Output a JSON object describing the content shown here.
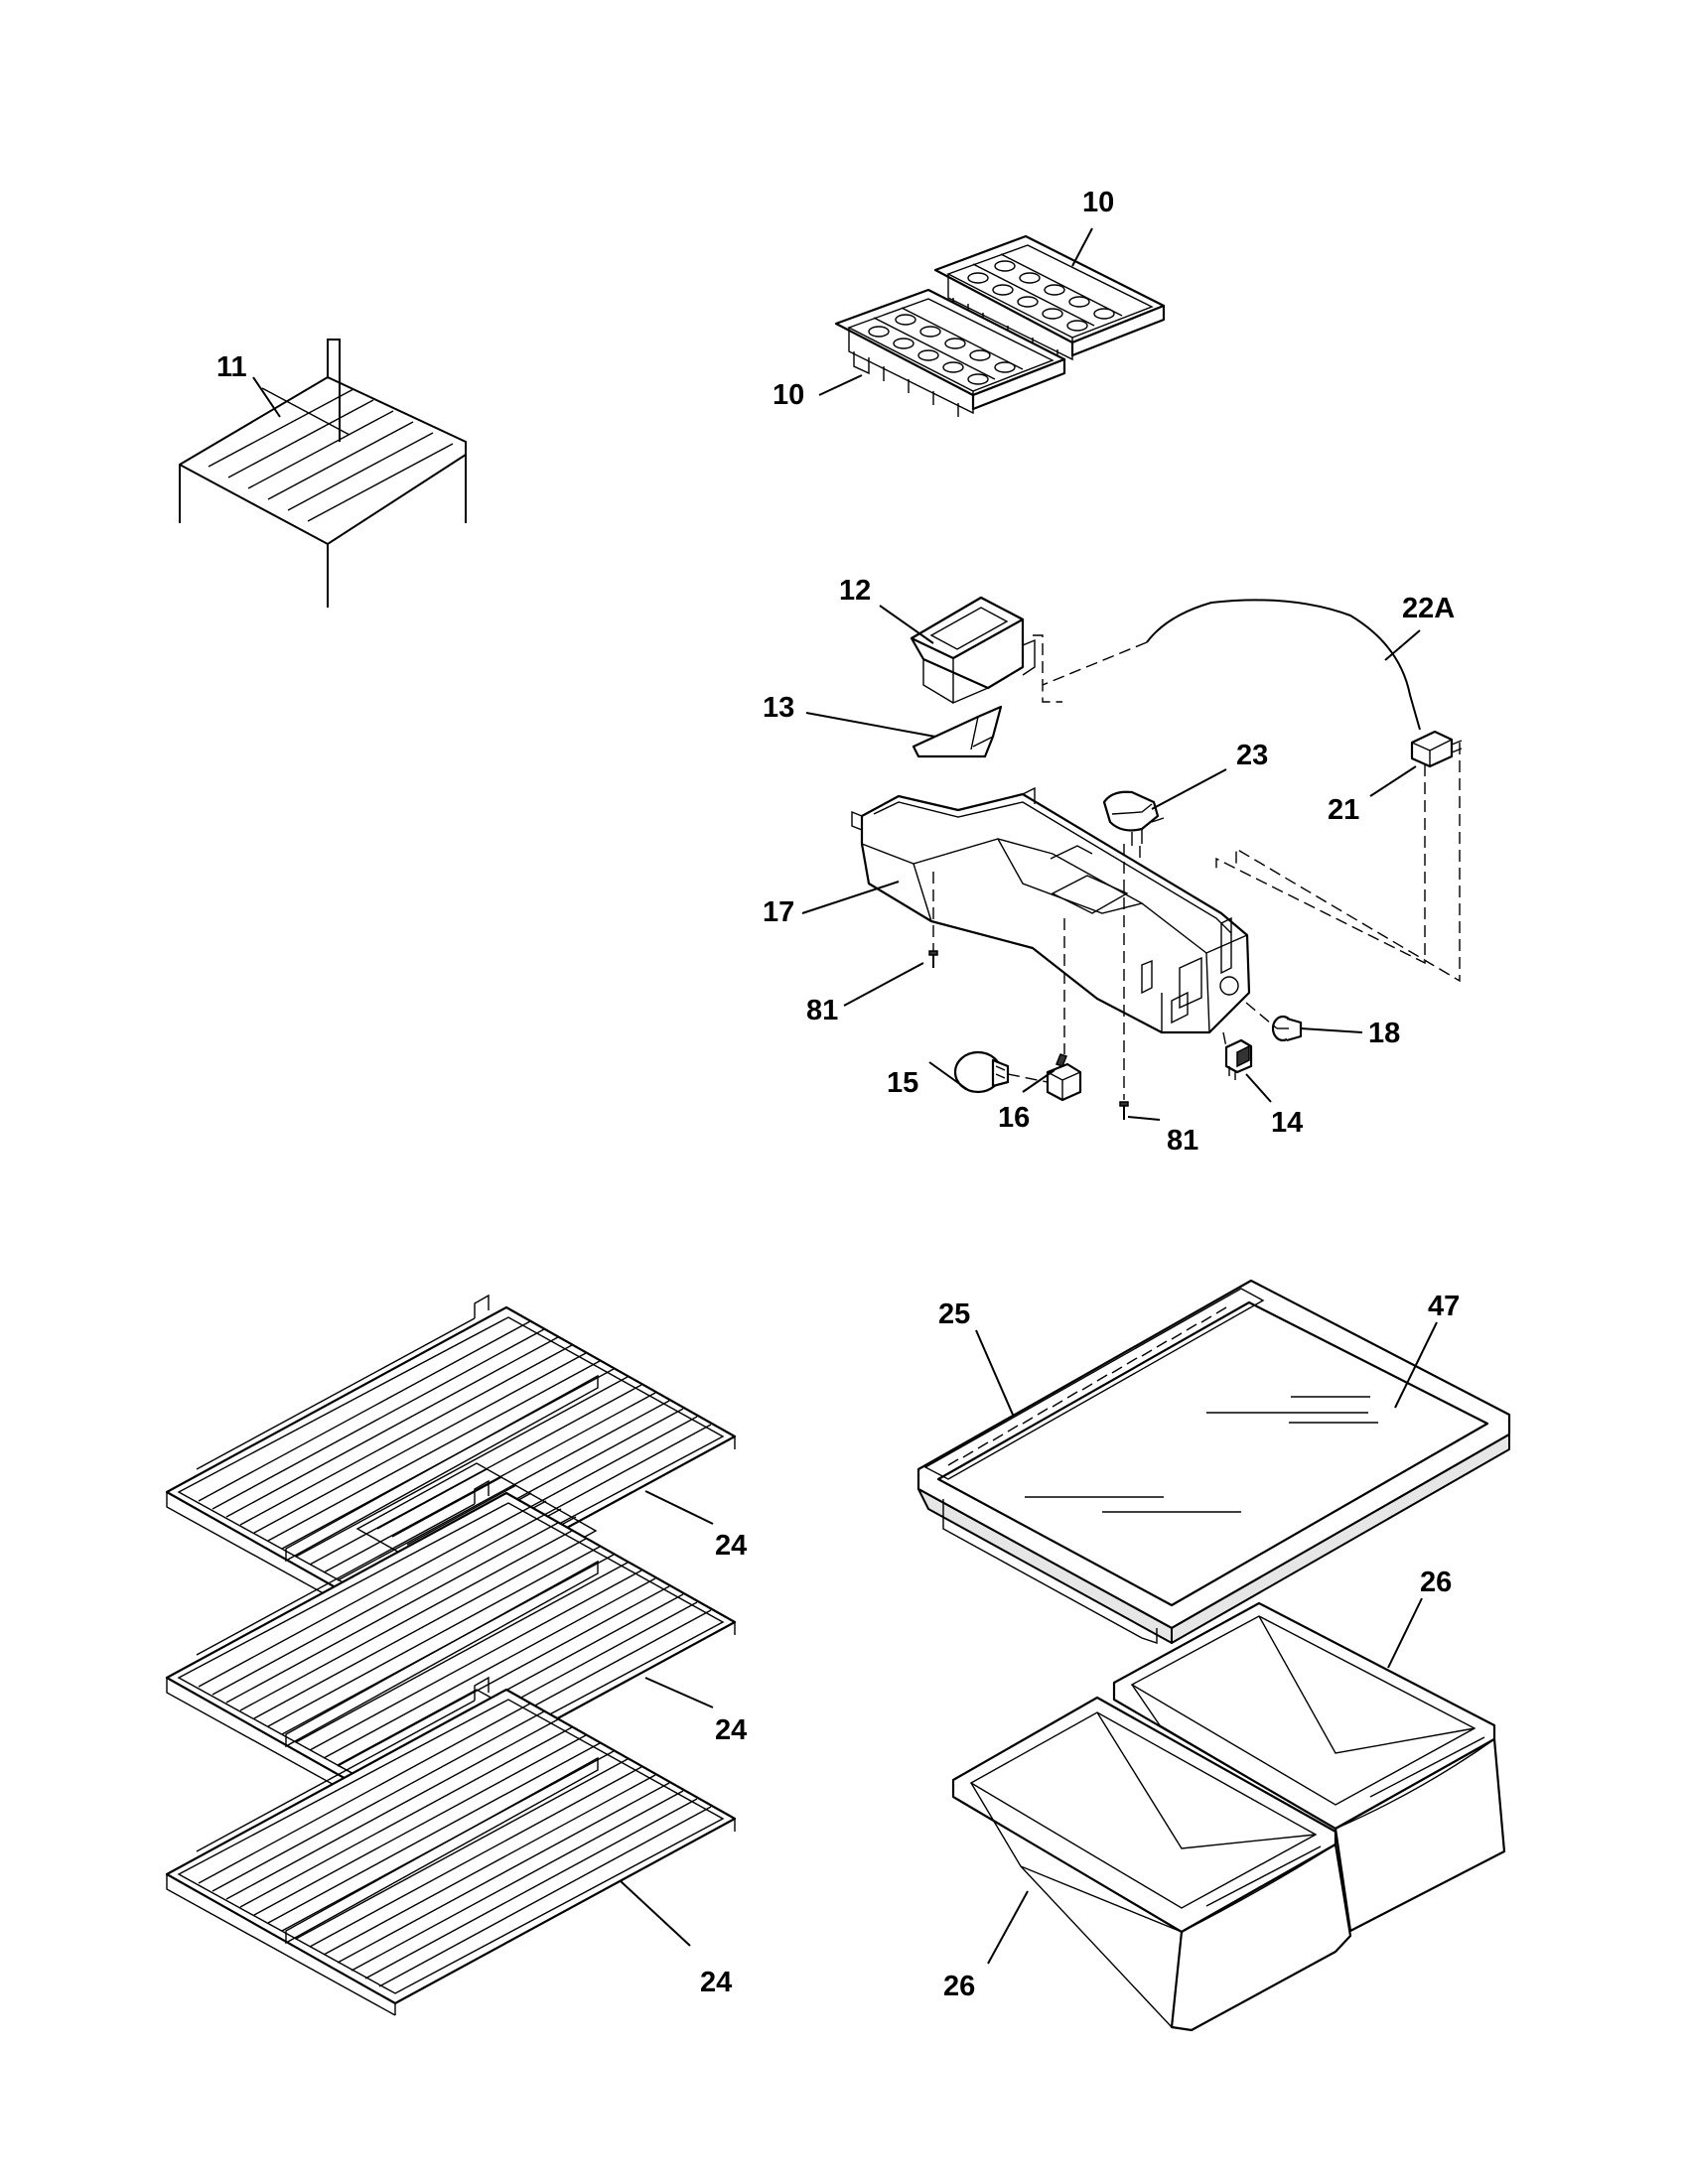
{
  "diagram": {
    "callouts": [
      {
        "id": "c-11",
        "text": "11"
      },
      {
        "id": "c-10-top",
        "text": "10"
      },
      {
        "id": "c-10-bottom",
        "text": "10"
      },
      {
        "id": "c-12",
        "text": "12"
      },
      {
        "id": "c-22a",
        "text": "22A"
      },
      {
        "id": "c-13",
        "text": "13"
      },
      {
        "id": "c-23",
        "text": "23"
      },
      {
        "id": "c-21",
        "text": "21"
      },
      {
        "id": "c-17",
        "text": "17"
      },
      {
        "id": "c-81-left",
        "text": "81"
      },
      {
        "id": "c-18",
        "text": "18"
      },
      {
        "id": "c-15",
        "text": "15"
      },
      {
        "id": "c-16",
        "text": "16"
      },
      {
        "id": "c-81-right",
        "text": "81"
      },
      {
        "id": "c-14",
        "text": "14"
      },
      {
        "id": "c-25",
        "text": "25"
      },
      {
        "id": "c-47",
        "text": "47"
      },
      {
        "id": "c-24-top",
        "text": "24"
      },
      {
        "id": "c-24-middle",
        "text": "24"
      },
      {
        "id": "c-24-bottom",
        "text": "24"
      },
      {
        "id": "c-26-top",
        "text": "26"
      },
      {
        "id": "c-26-bottom",
        "text": "26"
      }
    ]
  }
}
